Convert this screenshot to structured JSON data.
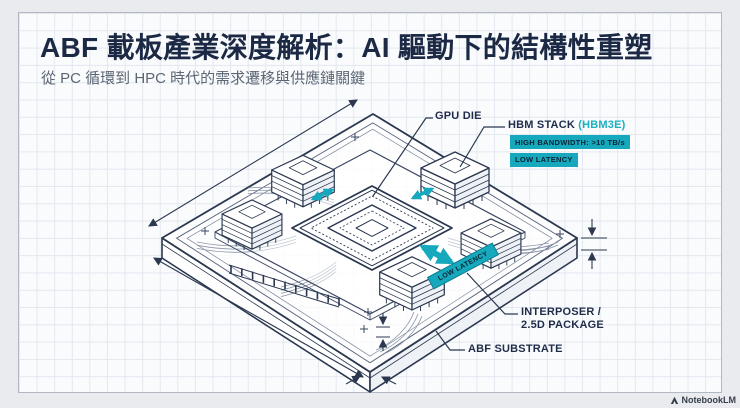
{
  "header": {
    "title": "ABF 載板產業深度解析：AI 驅動下的結構性重塑",
    "subtitle": "從 PC 循環到 HPC 時代的需求遷移與供應鏈關鍵"
  },
  "diagram": {
    "callouts": {
      "gpu_die": "GPU DIE",
      "hbm_stack": "HBM STACK",
      "hbm_variant": "(HBM3E)",
      "interposer_line1": "INTERPOSER /",
      "interposer_line2": "2.5D PACKAGE",
      "abf_substrate": "ABF SUBSTRATE"
    },
    "badges": {
      "bandwidth": "HIGH BANDWIDTH: >10 TB/s",
      "latency": "LOW LATENCY"
    },
    "board_tag": "LOW LATENCY",
    "colors": {
      "accent_teal": "#16a9bd",
      "ink": "#2b3850",
      "title_navy": "#1b2945"
    }
  },
  "footer": {
    "brand": "NotebookLM"
  }
}
